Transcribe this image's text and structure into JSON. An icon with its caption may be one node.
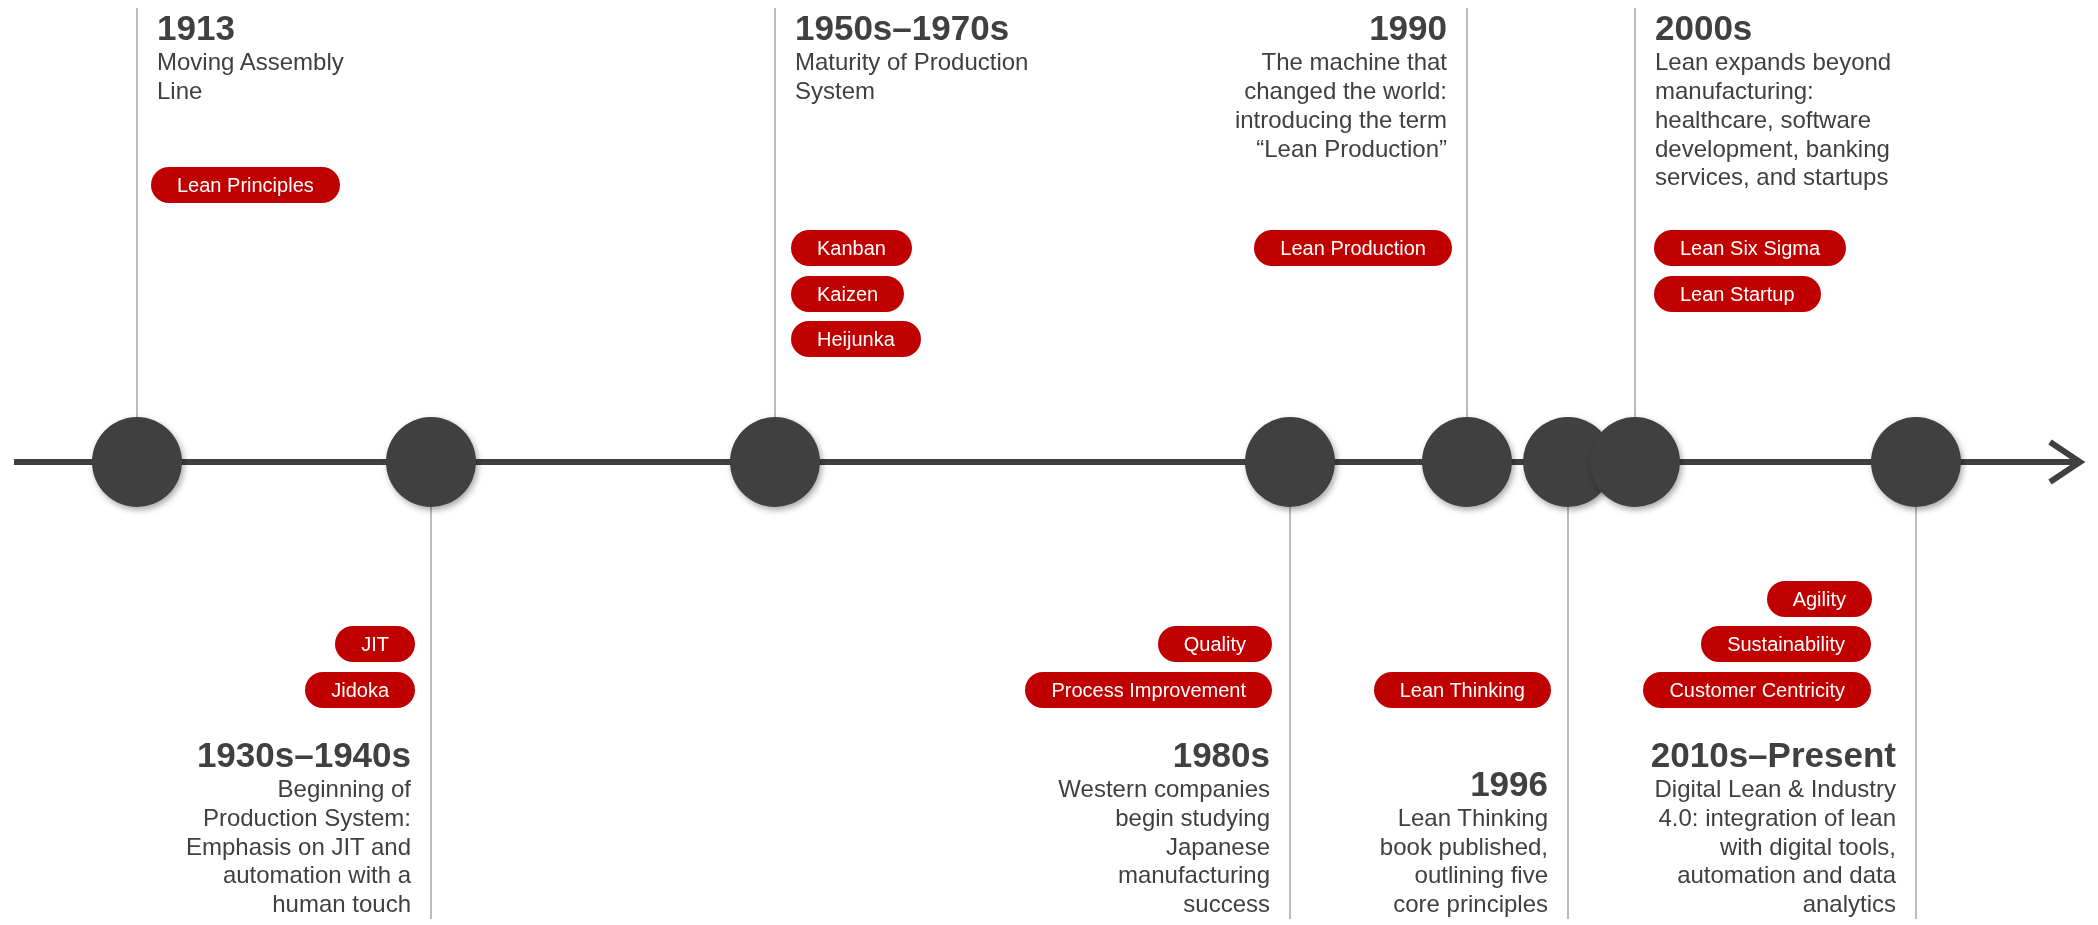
{
  "diagram": {
    "nodes": [
      {
        "text": [
          "1913",
          "Moving Assembly Line"
        ]
      },
      {
        "text": [
          "Lean Principles"
        ]
      },
      {
        "text": [],
        "shape": "circle"
      },
      {
        "text": [
          "1930s–1940s",
          "Beginning of Production System: Emphasis on JIT and automation with a human touch"
        ]
      },
      {
        "text": [
          "JIT"
        ]
      },
      {
        "text": [
          "Jidoka"
        ]
      },
      {
        "text": [],
        "shape": "circle"
      },
      {
        "text": [
          "1950s–1970s",
          "Maturity of Production System"
        ]
      },
      {
        "text": [
          "Kanban"
        ]
      },
      {
        "text": [
          "Kaizen"
        ]
      },
      {
        "text": [
          "Heijunka"
        ]
      },
      {
        "text": [],
        "shape": "circle"
      },
      {
        "text": [
          "1980s",
          "Western companies begin studying Japanese manufacturing success"
        ]
      },
      {
        "text": [
          "Quality"
        ]
      },
      {
        "text": [
          "Process Improvement"
        ]
      },
      {
        "text": [],
        "shape": "circle"
      },
      {
        "text": [
          "1990",
          "The machine that changed the world: introducing the term “Lean Production”"
        ]
      },
      {
        "text": [
          "Lean Production"
        ]
      },
      {
        "text": [],
        "shape": "circle"
      },
      {
        "text": [
          "1996",
          "Lean Thinking book published, outlining five core principles"
        ]
      },
      {
        "text": [
          "Lean Thinking"
        ]
      },
      {
        "text": [],
        "shape": "circle"
      },
      {
        "text": [
          "2000s",
          "Lean expands beyond manufacturing: healthcare, software development, banking services, and startups"
        ]
      },
      {
        "text": [
          "Lean Six Sigma"
        ]
      },
      {
        "text": [
          "Lean Startup"
        ]
      },
      {
        "text": [],
        "shape": "circle"
      },
      {
        "text": [
          "2010s–Present",
          "Digital Lean & Industry 4.0: integration of lean with digital tools, automation and data analytics"
        ]
      },
      {
        "text": [
          "Agility"
        ]
      },
      {
        "text": [
          "Sustainability"
        ]
      },
      {
        "text": [
          "Customer Centricity"
        ]
      },
      {
        "text": [],
        "shape": "circle"
      }
    ],
    "edges": [
      {
        "from": 0,
        "to": 2,
        "arrow": "none"
      },
      {
        "from": 3,
        "to": 6,
        "arrow": "none"
      },
      {
        "from": 7,
        "to": 11,
        "arrow": "none"
      },
      {
        "from": 12,
        "to": 15,
        "arrow": "none"
      },
      {
        "from": 16,
        "to": 18,
        "arrow": "none"
      },
      {
        "from": 19,
        "to": 21,
        "arrow": "none"
      },
      {
        "from": 22,
        "to": 25,
        "arrow": "none"
      },
      {
        "from": 26,
        "to": 30,
        "arrow": "none"
      }
    ]
  }
}
